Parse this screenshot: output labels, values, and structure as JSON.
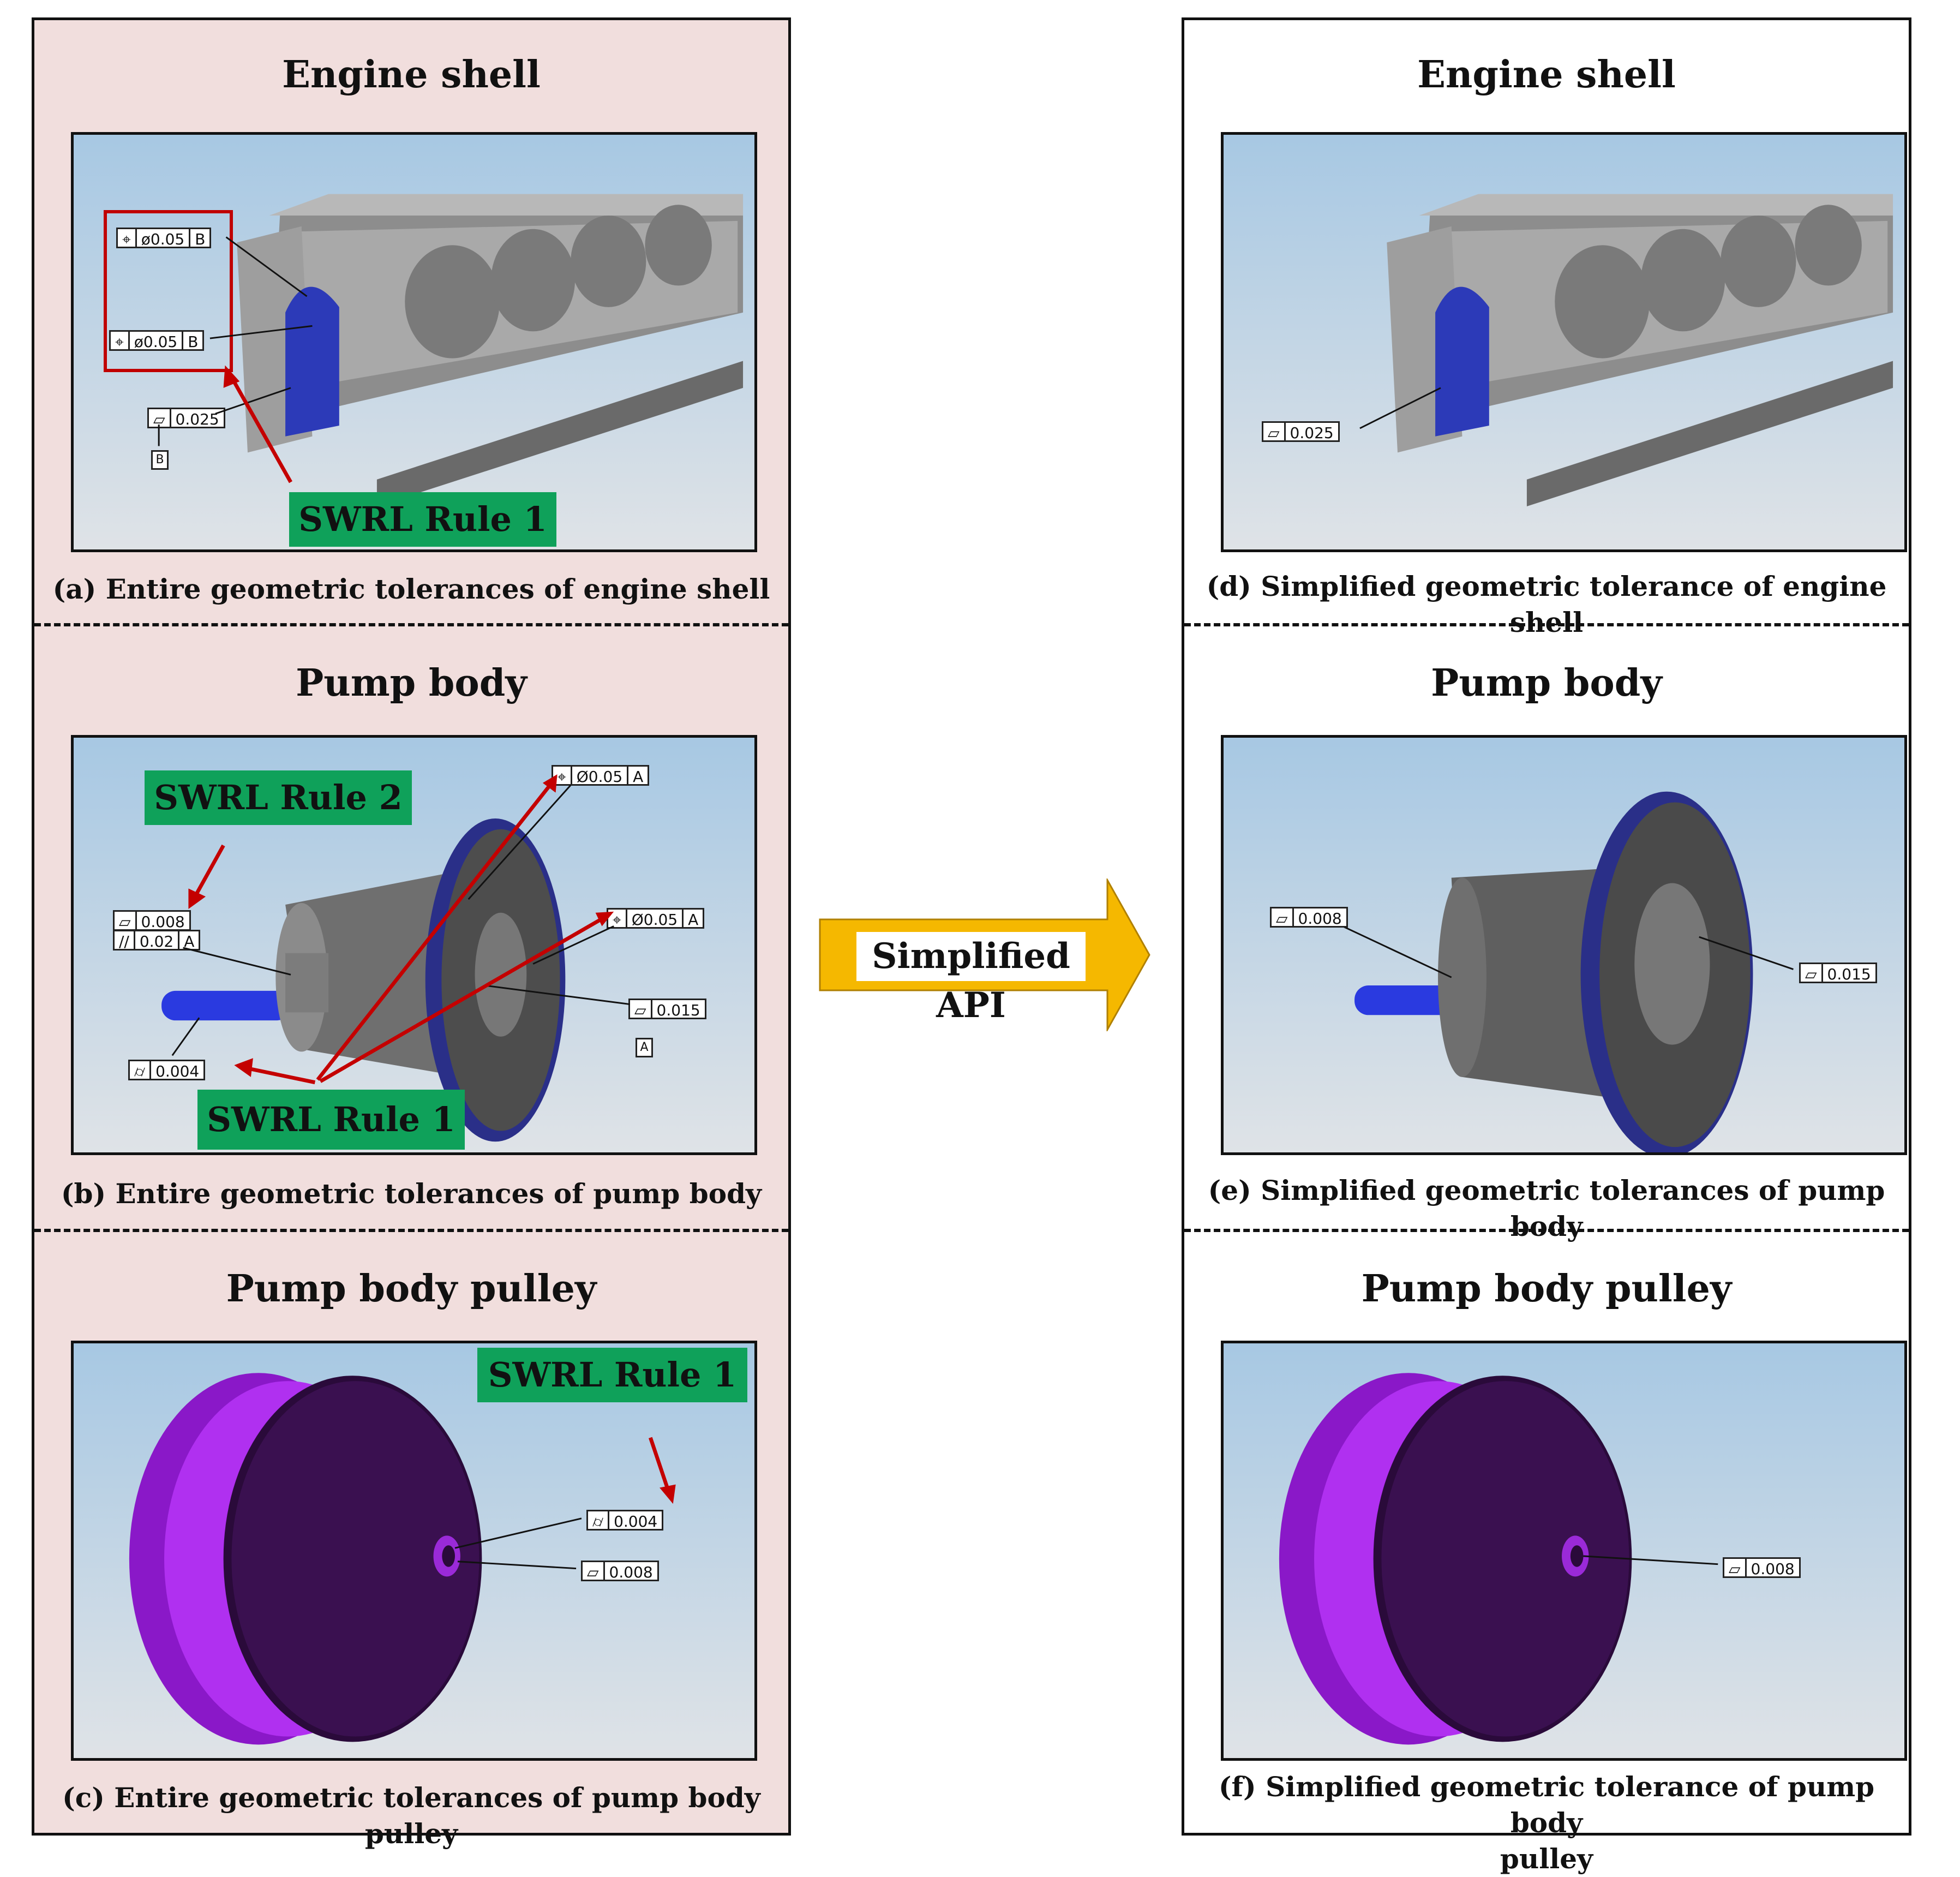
{
  "left": {
    "sections": [
      {
        "title": "Engine shell",
        "caption": "(a) Entire geometric tolerances of engine shell"
      },
      {
        "title": "Pump body",
        "caption": "(b) Entire geometric tolerances of pump body"
      },
      {
        "title": "Pump body pulley",
        "caption": "(c) Entire geometric tolerances of pump body pulley"
      }
    ]
  },
  "right": {
    "sections": [
      {
        "title": "Engine shell",
        "caption": "(d) Simplified geometric tolerance of engine shell"
      },
      {
        "title": "Pump body",
        "caption": "(e) Simplified geometric tolerances of pump body"
      },
      {
        "title": "Pump body pulley",
        "caption_line1": "(f) Simplified geometric tolerance of pump body",
        "caption_line2": "pulley"
      }
    ]
  },
  "arrow": {
    "label": "Simplified API"
  },
  "rules": {
    "rule1": "SWRL Rule 1",
    "rule2": "SWRL Rule 2"
  },
  "symbols": {
    "position": "⌖",
    "flatness": "▱",
    "parallel": "//",
    "cylindricity": "⌭"
  },
  "tolerances": {
    "pos_005": "ø0.05",
    "pos_005_caps": "Ø0.05",
    "flat_0025": "0.025",
    "flat_0008": "0.008",
    "flat_0015": "0.015",
    "par_002": "0.02",
    "cyl_0004": "0.004"
  },
  "datums": {
    "a": "A",
    "b": "B"
  },
  "colors": {
    "left_bg": "#f1dedd",
    "rule_green": "#0fa15a",
    "arrow_orange": "#f5b800",
    "red_arrow": "#c40000",
    "pulley_purple": "#9a1ed8",
    "shaft_blue": "#2a3ae0"
  }
}
